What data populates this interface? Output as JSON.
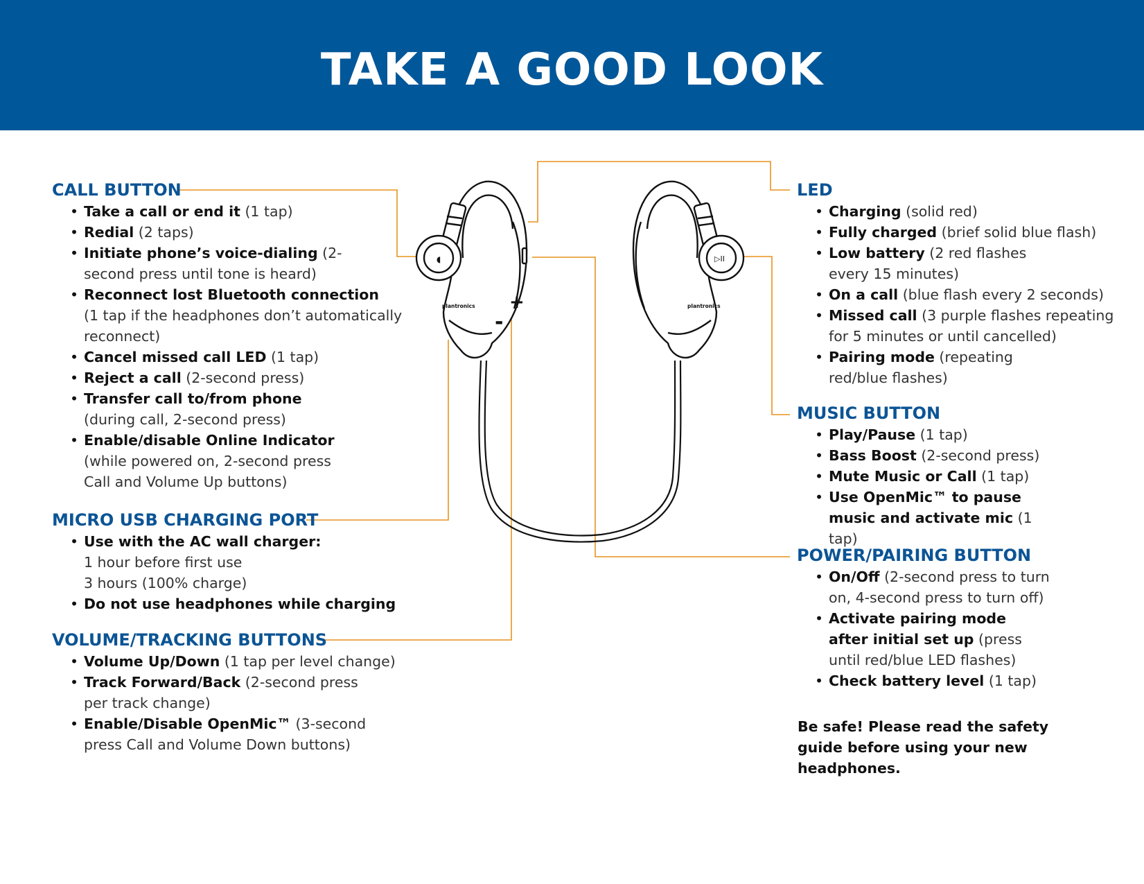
{
  "title": "TAKE A GOOD LOOK",
  "colors": {
    "banner": "#005799",
    "heading": "#0b5495",
    "leader": "#e8921d"
  },
  "brand_label": "plantronics",
  "volume_marks": {
    "plus": "+",
    "minus": "-"
  },
  "sections": {
    "call": {
      "heading": "CALL BUTTON",
      "items": [
        {
          "bold": "Take a call or end it",
          "text": " (1 tap)"
        },
        {
          "bold": "Redial",
          "text": " (2 taps)"
        },
        {
          "bold": "Initiate phone’s voice-dialing",
          "text": " (2-second press until tone is heard)"
        },
        {
          "bold": "Reconnect lost Bluetooth connection",
          "text": "(1 tap if the headphones don’t automatically reconnect)"
        },
        {
          "bold": "Cancel missed call LED",
          "text": " (1 tap)"
        },
        {
          "bold": "Reject a call",
          "text": " (2-second press)"
        },
        {
          "bold": "Transfer call to/from phone",
          "text": "(during call, 2-second press)"
        },
        {
          "bold": "Enable/disable Online Indicator",
          "text": "  (while powered on, 2-second press Call and Volume Up buttons)"
        }
      ]
    },
    "usb": {
      "heading": "MICRO USB CHARGING PORT",
      "items": [
        {
          "bold": "Use with the AC wall charger:",
          "text": "1 hour before first use",
          "text2": "3 hours (100% charge)"
        },
        {
          "bold": "Do not use headphones while charging",
          "text": ""
        }
      ]
    },
    "volume": {
      "heading": "VOLUME/TRACKING BUTTONS",
      "items": [
        {
          "bold": "Volume Up/Down",
          "text": " (1 tap per level change)"
        },
        {
          "bold": "Track Forward/Back",
          "text": " (2-second press per track change)"
        },
        {
          "bold": "Enable/Disable OpenMic™",
          "text": " (3-second press Call and Volume Down buttons)"
        }
      ]
    },
    "led": {
      "heading": "LED",
      "items": [
        {
          "bold": "Charging",
          "text": " (solid red)"
        },
        {
          "bold": "Fully charged",
          "text": " (brief solid blue flash)"
        },
        {
          "bold": "Low battery",
          "text": " (2 red flashes every 15 minutes)"
        },
        {
          "bold": "On a call",
          "text": " (blue flash every 2 seconds)"
        },
        {
          "bold": "Missed call",
          "text": " (3 purple flashes repeating for 5 minutes or until cancelled)"
        },
        {
          "bold": "Pairing mode",
          "text": " (repeating red/blue flashes)"
        }
      ]
    },
    "music": {
      "heading": "MUSIC BUTTON",
      "items": [
        {
          "bold": "Play/Pause",
          "text": " (1 tap)"
        },
        {
          "bold": "Bass Boost",
          "text": " (2-second press)"
        },
        {
          "bold": "Mute Music or Call",
          "text": " (1 tap)"
        },
        {
          "bold": "Use OpenMic™ to pause music and activate mic",
          "text": " (1 tap)"
        }
      ]
    },
    "power": {
      "heading": "POWER/PAIRING BUTTON",
      "items": [
        {
          "bold": "On/Off",
          "text": " (2-second press to turn on, 4-second press to turn off)"
        },
        {
          "bold": "Activate pairing mode after initial set up",
          "text": " (press until red/blue LED flashes)"
        },
        {
          "bold": "Check battery level",
          "text": " (1 tap)"
        }
      ]
    }
  },
  "safety_note": "Be safe! Please read the safety guide before using your new headphones."
}
